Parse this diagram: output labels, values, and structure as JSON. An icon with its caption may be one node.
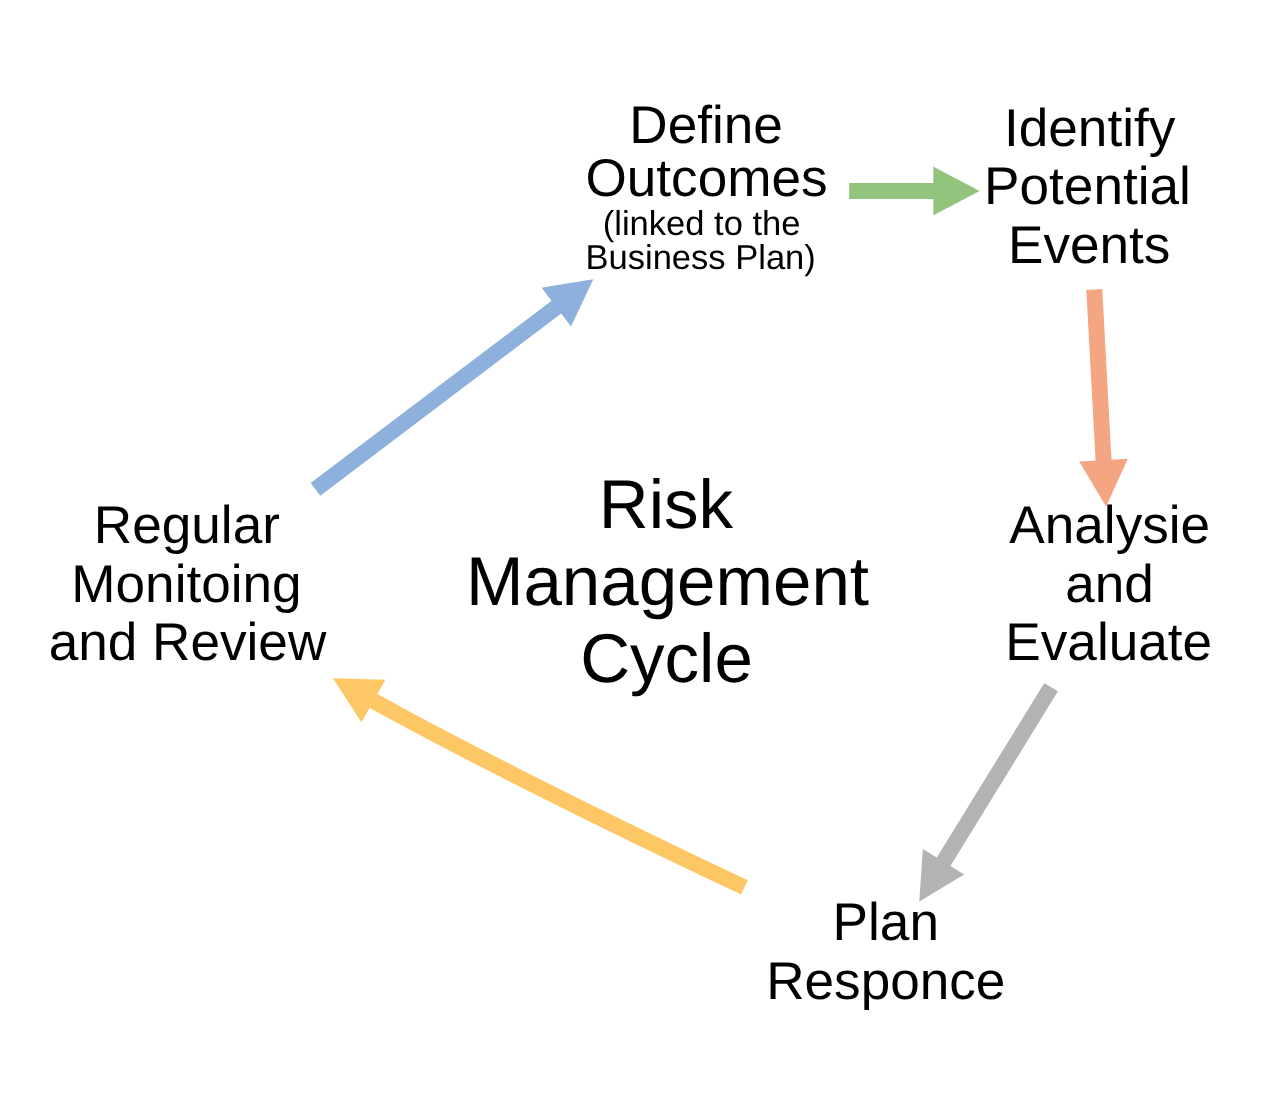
{
  "diagram": {
    "nodes": [
      {
        "text": [
          "Define Outcomes",
          "(linked to the Business Plan)"
        ]
      },
      {
        "text": [
          "Identify Potential Events"
        ]
      },
      {
        "text": [
          "Analysie and Evaluate"
        ]
      },
      {
        "text": [
          "Plan Responce"
        ]
      },
      {
        "text": [
          "Regular Monitoing and Review"
        ]
      },
      {
        "text": [
          "Risk Management Cycle"
        ]
      }
    ],
    "edges": [
      {
        "from": 0,
        "to": 1,
        "arrow": "to",
        "color": "#93c47d"
      },
      {
        "from": 1,
        "to": 2,
        "arrow": "to",
        "color": "#f4a582"
      },
      {
        "from": 2,
        "to": 3,
        "arrow": "to",
        "color": "#b3b3b3"
      },
      {
        "from": 3,
        "to": 4,
        "arrow": "to",
        "color": "#fdc766"
      },
      {
        "from": 4,
        "to": 0,
        "arrow": "to",
        "color": "#8eb0dd"
      }
    ]
  }
}
